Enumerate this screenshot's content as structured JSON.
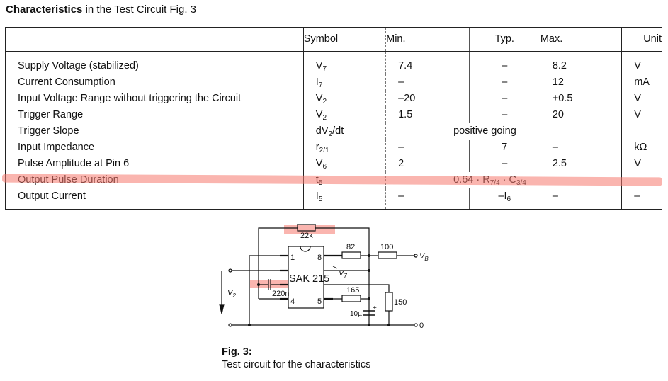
{
  "title": {
    "bold": "Characteristics",
    "rest": " in the Test Circuit Fig. 3"
  },
  "table": {
    "headers": {
      "parameter": "",
      "symbol": "Symbol",
      "min": "Min.",
      "typ": "Typ.",
      "max": "Max.",
      "unit": "Unit"
    },
    "rows": [
      {
        "parameter": "Supply Voltage (stabilized)",
        "symbol": "V",
        "symbol_sub": "7",
        "min": "7.4",
        "typ": "–",
        "max": "8.2",
        "unit": "V"
      },
      {
        "parameter": "Current Consumption",
        "symbol": "I",
        "symbol_sub": "7",
        "min": "–",
        "typ": "–",
        "max": "12",
        "unit": "mA"
      },
      {
        "parameter": "Input Voltage Range without triggering the Circuit",
        "symbol": "V",
        "symbol_sub": "2",
        "min": "–20",
        "typ": "–",
        "max": "+0.5",
        "unit": "V"
      },
      {
        "parameter": "Trigger Range",
        "symbol": "V",
        "symbol_sub": "2",
        "min": "1.5",
        "typ": "–",
        "max": "20",
        "unit": "V"
      },
      {
        "parameter": "Trigger Slope",
        "symbol": "dV",
        "symbol_sub": "2",
        "symbol_suffix": "/dt",
        "span_value": "positive going",
        "unit": ""
      },
      {
        "parameter": "Input Impedance",
        "symbol": "r",
        "symbol_sub": "2/1",
        "min": "–",
        "typ": "7",
        "max": "–",
        "unit": "kΩ"
      },
      {
        "parameter": "Pulse Amplitude at Pin 6",
        "symbol": "V",
        "symbol_sub": "6",
        "min": "2",
        "typ": "–",
        "max": "2.5",
        "unit": "V"
      },
      {
        "parameter": "Output Pulse Duration",
        "symbol": "t",
        "symbol_sub": "5",
        "formula": {
          "coef": "0.64 · R",
          "r_sub": "7/4",
          "mid": " · C",
          "c_sub": "3/4"
        },
        "unit": "",
        "highlighted": true
      },
      {
        "parameter": "Output Current",
        "symbol": "I",
        "symbol_sub": "5",
        "min": "–",
        "typ": "–I",
        "typ_sub": "6",
        "max": "–",
        "unit": "–"
      }
    ]
  },
  "circuit": {
    "ic_name": "SAK 215",
    "pins": {
      "p1": "1",
      "p4": "4",
      "p5": "5",
      "p8": "8"
    },
    "components": {
      "r_feedback": "22k",
      "r_82": "82",
      "r_100": "100",
      "r_165": "165",
      "r_150": "150",
      "c_220n": "220n",
      "c_10u": "10µ",
      "c_plus": "+"
    },
    "labels": {
      "vb": "V",
      "vb_sub": "B",
      "v7": "V",
      "v7_sub": "7",
      "v2": "V",
      "v2_sub": "2",
      "ground": "0"
    }
  },
  "caption": {
    "label": "Fig. 3:",
    "text": "Test circuit for the characteristics"
  },
  "highlight_color": "#f5786e"
}
